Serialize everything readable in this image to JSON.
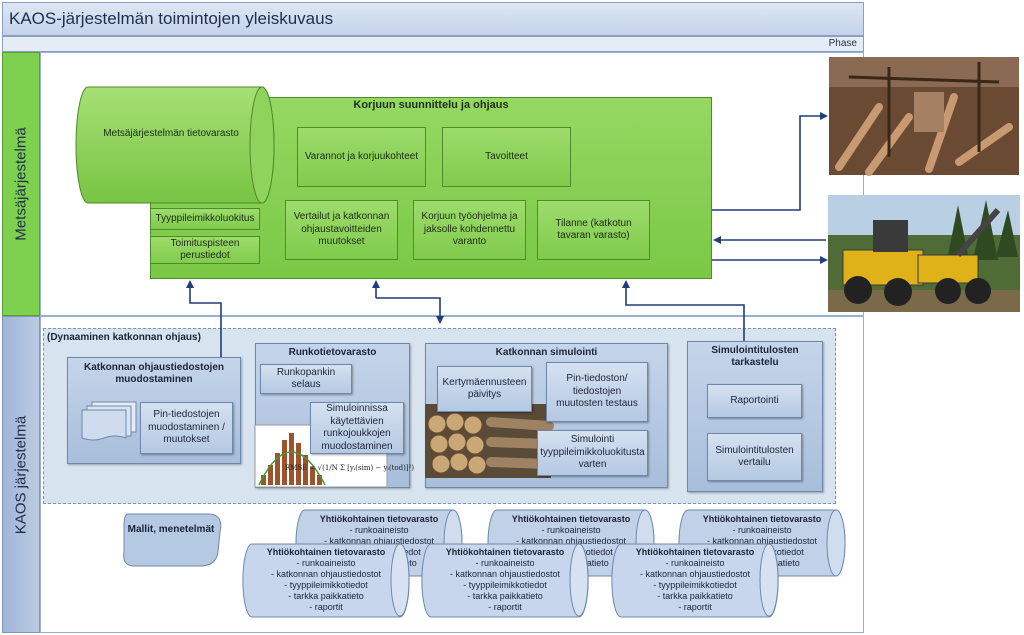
{
  "header": {
    "title": "KAOS-järjestelmän toimintojen yleiskuvaus",
    "phase": "Phase"
  },
  "lanes": {
    "top_label": "Metsäjärjestelmä",
    "bottom_label": "KAOS järjestelmä"
  },
  "metsa": {
    "database_label": "Metsäjärjestelmän tietovarasto",
    "main_title": "Korjuun suunnittelu ja ohjaus",
    "boxes": [
      "Varannot ja korjuukohteet",
      "Tavoitteet",
      "Vertailut ja katkonnan ohjaustavoitteiden muutokset",
      "Korjuun työohjelma ja jaksolle kohdennettu varanto",
      "Tilanne (katkotun tavaran varasto)"
    ],
    "side_boxes": [
      "Tyyppileimikkoluokitus",
      "Toimituspisteen perustiedot"
    ]
  },
  "kaos": {
    "region_title": "(Dynaaminen katkonnan ohjaus)",
    "panels": {
      "ohjaus": {
        "title": "Katkonnan ohjaustiedostojen muodostaminen",
        "box": "Pin-tiedostojen muodostaminen / muutokset"
      },
      "runko": {
        "title": "Runkotietovarasto",
        "box1": "Runkopankin selaus",
        "box2": "Simuloinnissa käytettävien runkojoukkojen muodostaminen",
        "formula": "RMSE = √(1/N Σ [yᵢ(sim) − yᵢ(tod)]²)"
      },
      "simulointi": {
        "title": "Katkonnan simulointi",
        "box1": "Kertymäennusteen päivitys",
        "box2": "Pin-tiedoston/ tiedostojen muutosten testaus",
        "box3": "Simulointi tyyppileimikkoluokitusta varten"
      },
      "tarkastelu": {
        "title": "Simulointitulosten tarkastelu",
        "box1": "Raportointi",
        "box2": "Simulointitulosten vertailu"
      }
    },
    "models_label": "Mallit, menetelmät",
    "company_db": {
      "title": "Yhtiökohtainen tietovarasto",
      "lines": [
        "- runkoaineisto",
        "- katkonnan ohjaustiedostot",
        "- tyyppileimikkotiedot",
        "- tarkka paikkatieto",
        "- raportit"
      ]
    }
  },
  "colors": {
    "green": "#7ac846",
    "blue_panel": "#b5c9e3",
    "arrow": "#1f3d7a"
  }
}
